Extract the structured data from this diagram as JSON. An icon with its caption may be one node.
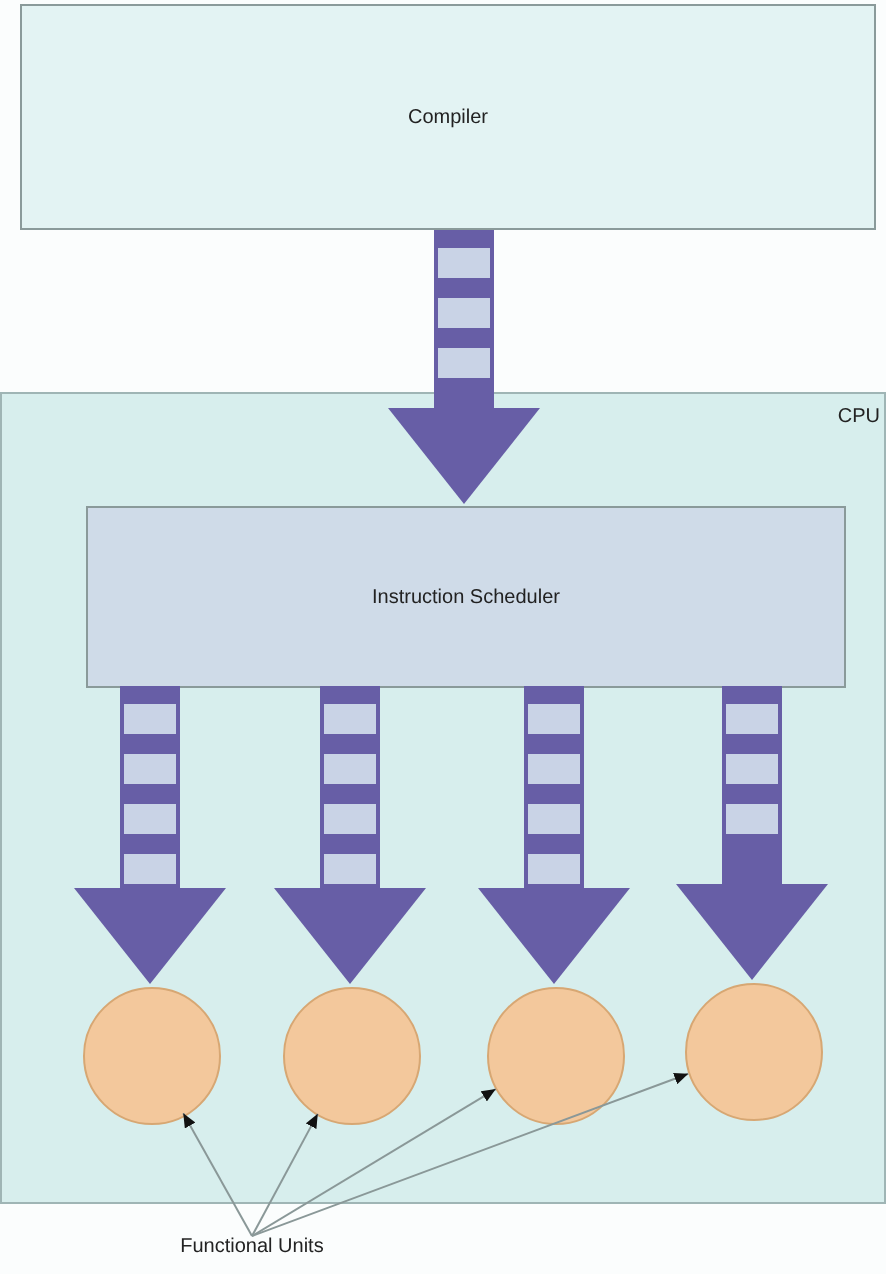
{
  "diagram": {
    "nodes": [
      {
        "text": [
          "Compiler"
        ]
      },
      {
        "text": [
          "CPU"
        ]
      },
      {
        "text": [
          "Instruction Scheduler"
        ],
        "in": 1
      },
      {
        "text": [],
        "shape": "circle",
        "in": 1
      },
      {
        "text": [],
        "shape": "circle",
        "in": 1
      },
      {
        "text": [],
        "shape": "circle",
        "in": 1
      },
      {
        "text": [],
        "shape": "circle",
        "in": 1
      },
      {
        "text": [
          "Functional Units"
        ]
      }
    ],
    "edges": [
      {
        "from": 0,
        "to": 2,
        "arrow": "to"
      },
      {
        "from": 2,
        "to": 3,
        "arrow": "to"
      },
      {
        "from": 2,
        "to": 4,
        "arrow": "to"
      },
      {
        "from": 2,
        "to": 5,
        "arrow": "to"
      },
      {
        "from": 2,
        "to": 6,
        "arrow": "to"
      },
      {
        "from": 7,
        "to": 3,
        "arrow": "to",
        "color": "#8a9898"
      },
      {
        "from": 7,
        "to": 4,
        "arrow": "to",
        "color": "#8a9898"
      },
      {
        "from": 7,
        "to": 5,
        "arrow": "to",
        "color": "#8a9898"
      },
      {
        "from": 7,
        "to": 6,
        "arrow": "to",
        "color": "#8a9898"
      }
    ]
  }
}
